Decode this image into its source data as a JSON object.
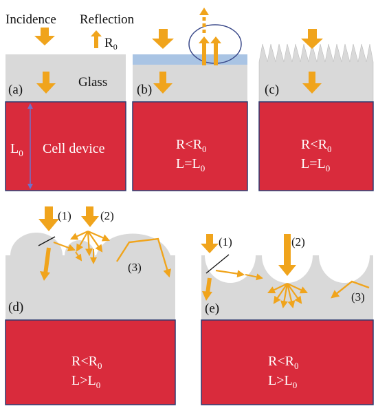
{
  "colors": {
    "glass": "#d9d9d9",
    "cell": "#d92b3c",
    "cell_border": "#2e3b70",
    "arrow": "#f0a41c",
    "coating": "#a9c4e4",
    "ellipse": "#3b4a8a",
    "length_marker": "#6f72c9"
  },
  "legend": {
    "incidence": "Incidence",
    "reflection": "Reflection",
    "r0_base": "R",
    "r0_sub": "0"
  },
  "panels": {
    "a": {
      "tag": "(a)",
      "glass": "Glass",
      "cell": "Cell device",
      "length_base": "L",
      "length_sub": "0"
    },
    "b": {
      "tag": "(b)",
      "r_rel_base": "R<R",
      "r_rel_sub": "0",
      "l_rel_base": "L=L",
      "l_rel_sub": "0"
    },
    "c": {
      "tag": "(c)",
      "r_rel_base": "R<R",
      "r_rel_sub": "0",
      "l_rel_base": "L=L",
      "l_rel_sub": "0"
    },
    "d": {
      "tag": "(d)",
      "m1": "(1)",
      "m2": "(2)",
      "m3": "(3)",
      "r_rel_base": "R<R",
      "r_rel_sub": "0",
      "l_rel_base": "L>L",
      "l_rel_sub": "0"
    },
    "e": {
      "tag": "(e)",
      "m1": "(1)",
      "m2": "(2)",
      "m3": "(3)",
      "r_rel_base": "R<R",
      "r_rel_sub": "0",
      "l_rel_base": "L>L",
      "l_rel_sub": "0"
    }
  }
}
